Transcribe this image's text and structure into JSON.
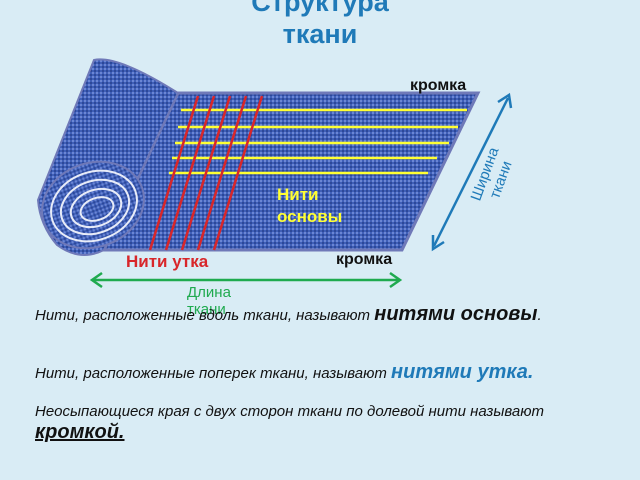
{
  "title": {
    "line1": "Структура",
    "line2": "ткани"
  },
  "labels": {
    "kromka_top": "кромка",
    "kromka_bottom": "кромка",
    "niti_osnovy": "Нити основы",
    "niti_utka": "Нити утка",
    "dlina": "Длина ткани",
    "shirina": "Ширина ткани"
  },
  "text": {
    "p1_prefix": "Нити, расположенные вдоль ткани, называют ",
    "p1_term": "нитями основы",
    "p1_suffix": ".",
    "p2_prefix": "Нити, расположенные поперек ткани, называют ",
    "p2_term": "нитями утка.",
    "p3_prefix": "Неосыпающиеся края с двух сторон ткани по долевой нити называют ",
    "p3_term": "кромкой."
  },
  "colors": {
    "background": "#d9ecf5",
    "fabric": "#3f5fb8",
    "warp_threads": "#ffff33",
    "weft_threads": "#d8262a",
    "length_arrow": "#1faa4f",
    "width_arrow": "#1f7ab8",
    "title": "#1f7ab8"
  }
}
